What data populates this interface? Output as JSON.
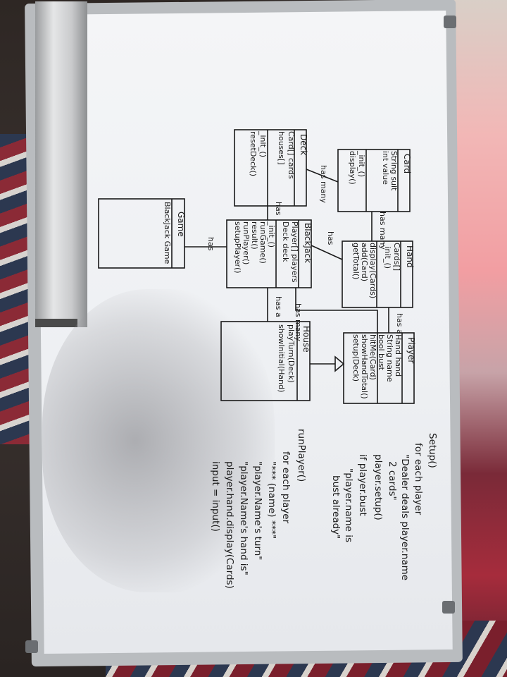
{
  "photo": {
    "subject": "whiteboard",
    "ink_color": "#1a1a1a"
  },
  "classes": {
    "card": {
      "name": "Card",
      "fields": [
        "String suit",
        "int value"
      ],
      "methods": [
        "_init_()",
        "display()"
      ]
    },
    "deck": {
      "name": "Deck",
      "fields": [
        "Card[] cards",
        "houses[]"
      ],
      "methods": [
        "_init_()",
        "resetDeck()"
      ]
    },
    "hand": {
      "name": "Hand",
      "fields": [
        "Cards[]"
      ],
      "methods": [
        "_init_()",
        "display(Cards)",
        "add(Card)",
        "getTotal()"
      ]
    },
    "blackjack": {
      "name": "BlackJack",
      "fields": [
        "Player[] players",
        "Deck deck"
      ],
      "methods": [
        "_init_()",
        "runGame()",
        "result()",
        "runPlayer()",
        "setupPlayer()"
      ]
    },
    "player": {
      "name": "Player",
      "fields": [
        "Hand hand",
        "String name",
        "bool bust"
      ],
      "methods": [
        "hitMe(Card)",
        "showHandTotal()",
        "setup(Deck)"
      ]
    },
    "house": {
      "name": "House",
      "fields": [],
      "methods": [
        "playTurn(Deck)",
        "showInitial(Hand)"
      ]
    },
    "game": {
      "name": "Game",
      "fields": [],
      "methods": [
        "BlackJack Game"
      ]
    }
  },
  "relations": {
    "deck_card": "has many",
    "card_hand": "has many",
    "blackjack_hand": "has",
    "deck_blackjack": "has",
    "blackjack_player": "has many",
    "blackjack_house": "has a",
    "game_blackjack": "has",
    "player_hand": "has a"
  },
  "notes": {
    "setup": [
      "Setup()",
      "for each player",
      "\"Dealer deals player.name",
      "2 cards\"",
      "player.setup()",
      "if player.bust",
      "\"player.name is",
      "bust already\""
    ],
    "runplayer": [
      "runPlayer()",
      "for each player",
      "\"*** (name) ***\"",
      "\"player.Name's turn\"",
      "\"player.Name's hand is\"",
      "player.hand.display(Cards)",
      "input = input()"
    ]
  }
}
